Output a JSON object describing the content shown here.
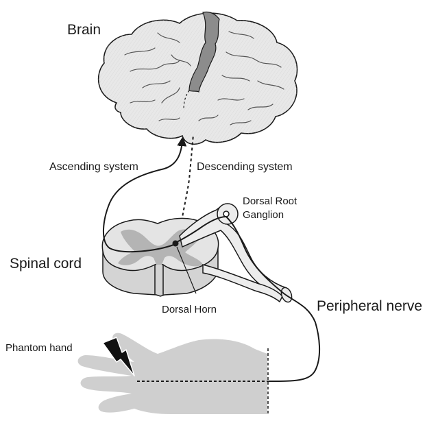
{
  "labels": {
    "brain": "Brain",
    "ascending": "Ascending system",
    "descending": "Descending system",
    "drg_line1": "Dorsal Root",
    "drg_line2": "Ganglion",
    "spinal_cord": "Spinal cord",
    "dorsal_horn": "Dorsal Horn",
    "peripheral_nerve": "Peripheral nerve",
    "phantom_hand": "Phantom hand"
  },
  "colors": {
    "brain_fill": "#e6e6e6",
    "brain_cortex_highlight": "#8c8c8c",
    "cord_white": "#e4e4e4",
    "cord_gray": "#b4b4b4",
    "hand_fill": "#cfcfcf",
    "line": "#1a1a1a"
  },
  "icons": {
    "pain": "lightning-bolt-icon"
  }
}
